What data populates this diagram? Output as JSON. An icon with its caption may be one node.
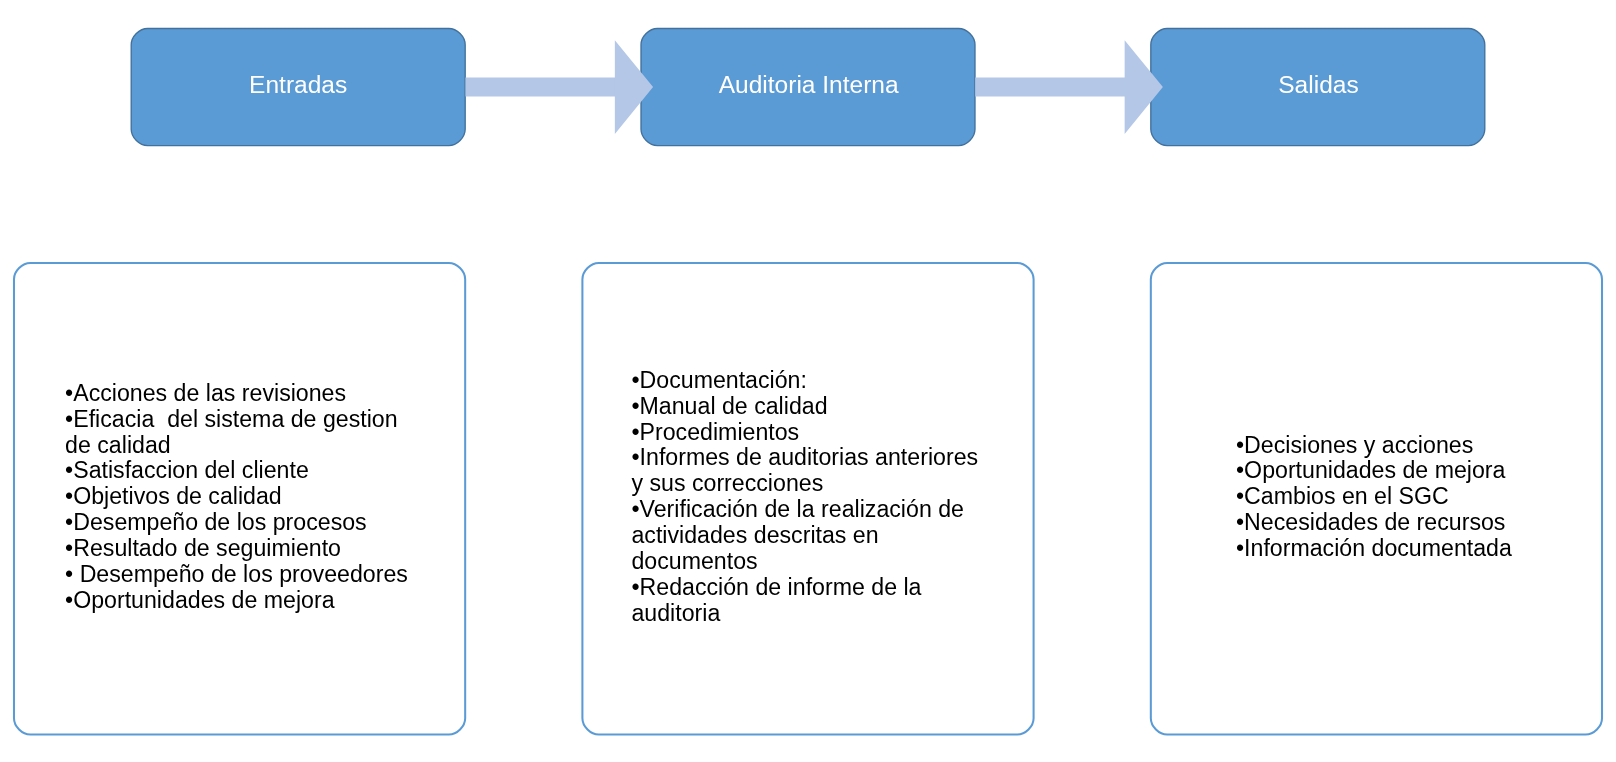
{
  "diagram": {
    "nodes": [
      {
        "text": [
          "Entradas"
        ]
      },
      {
        "text": [
          "Auditoria Interna"
        ]
      },
      {
        "text": [
          "Salidas"
        ]
      },
      {
        "text": [
          "•Acciones de las revisiones",
          "•Eficacia  del sistema de gestion de calidad",
          "•Satisfaccion del cliente",
          "•Objetivos de calidad",
          "•Desempeño de los procesos",
          "•Resultado de seguimiento",
          "• Desempeño de los proveedores",
          "•Oportunidades de mejora"
        ]
      },
      {
        "text": [
          "•Documentación:",
          "•Manual de calidad",
          "•Procedimientos",
          "•Informes de auditorias anteriores y sus correcciones",
          "•Verificación de la realización de actividades descritas en documentos",
          "•Redacción de informe de la auditoria"
        ]
      },
      {
        "text": [
          "•Decisiones y acciones",
          "•Oportunidades de mejora",
          "•Cambios en el SGC",
          "•Necesidades de recursos",
          "•Información documentada"
        ]
      }
    ],
    "edges": [
      {
        "from": 0,
        "to": 1,
        "arrow": "to"
      },
      {
        "from": 1,
        "to": 2,
        "arrow": "to"
      }
    ]
  }
}
